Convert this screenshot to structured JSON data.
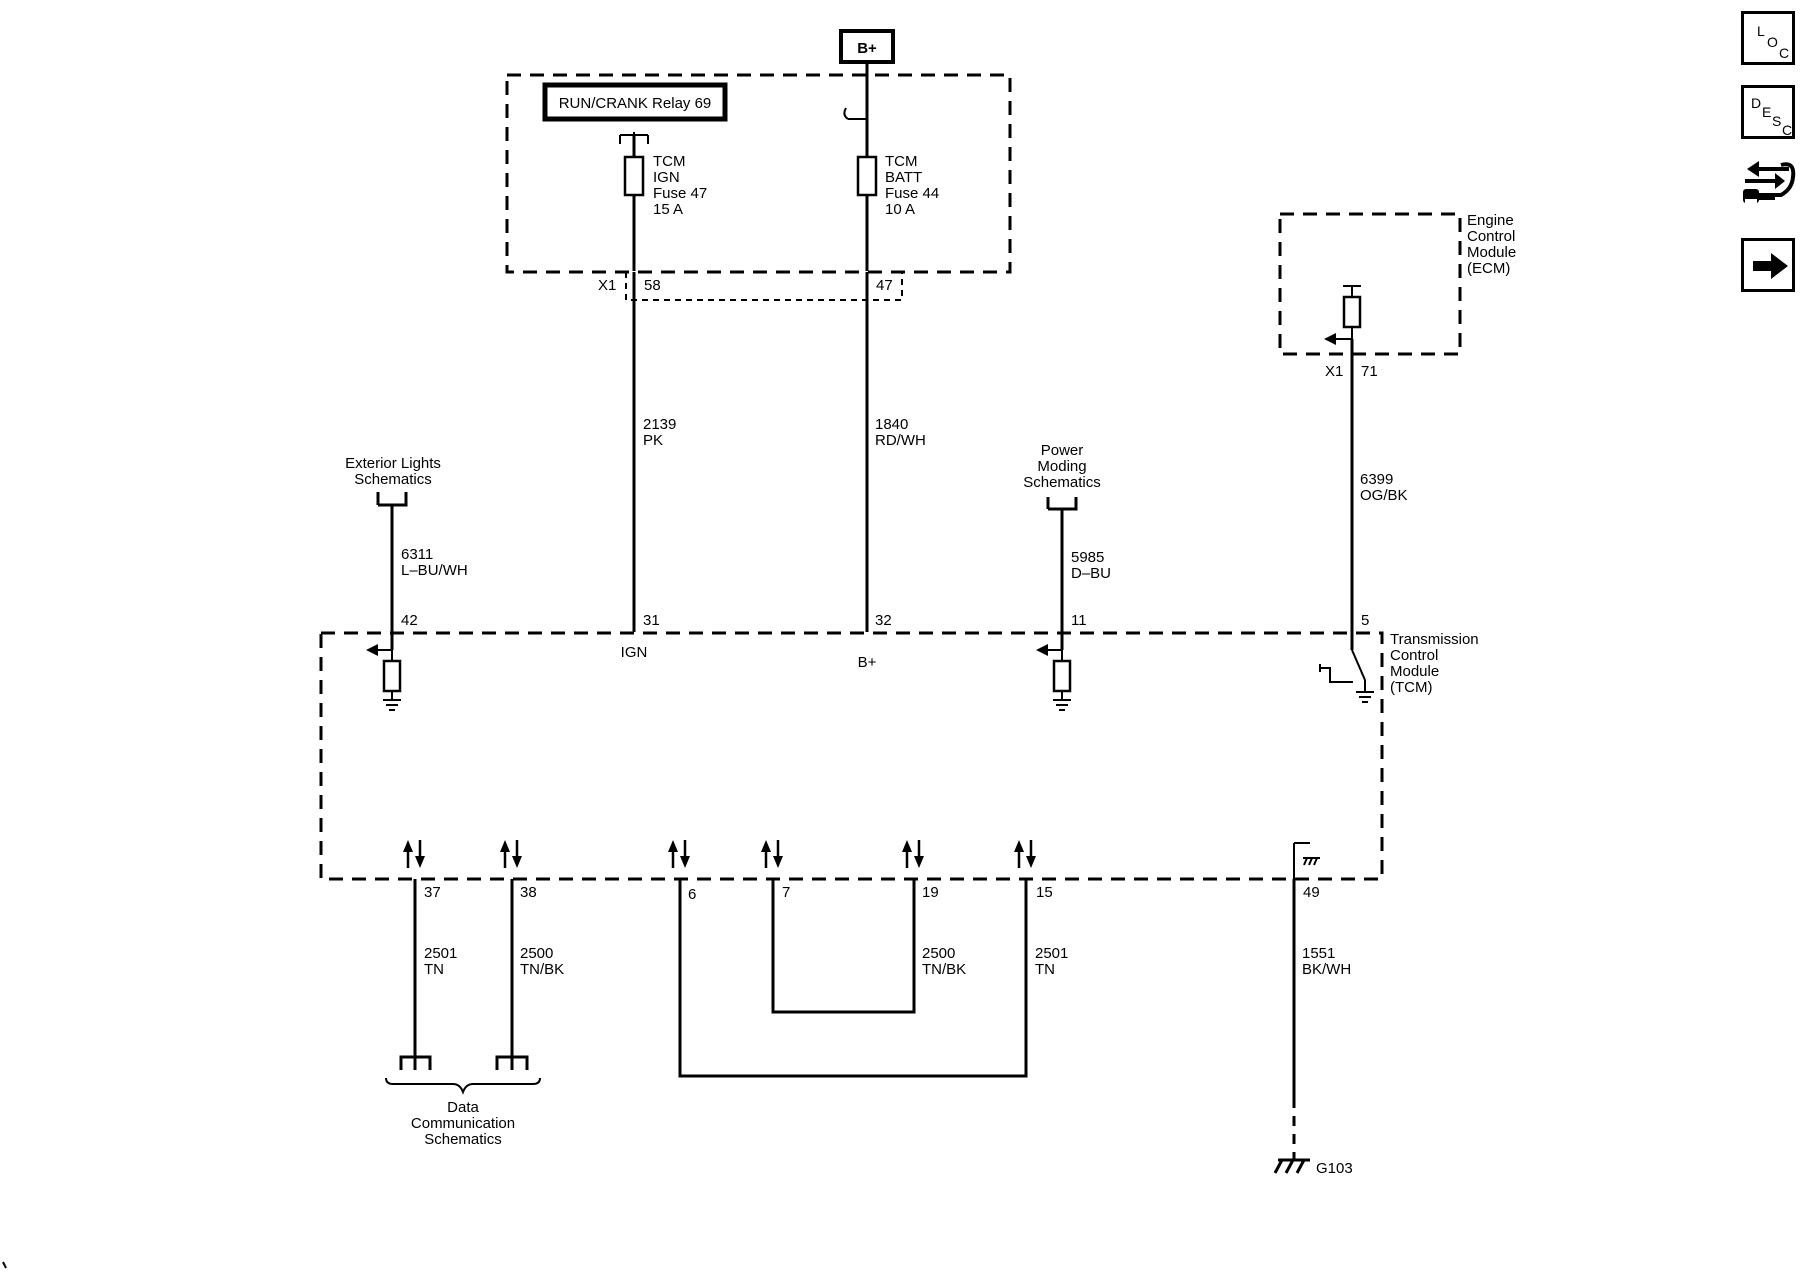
{
  "source": {
    "label": "B+"
  },
  "fuse_block": {
    "relay_label": "RUN/CRANK Relay 69",
    "fuse_ign": {
      "name1": "TCM",
      "name2": "IGN",
      "fuse": "Fuse 47",
      "rating": "15 A"
    },
    "fuse_batt": {
      "name1": "TCM",
      "name2": "BATT",
      "fuse": "Fuse 44",
      "rating": "10 A"
    },
    "connector": "X1",
    "pin_ign": "58",
    "pin_batt": "47"
  },
  "ecm": {
    "label_lines": [
      "Engine",
      "Control",
      "Module",
      "(ECM)"
    ],
    "connector": "X1",
    "pin": "71"
  },
  "wires": {
    "ign": {
      "circuit": "2139",
      "color": "PK"
    },
    "batt": {
      "circuit": "1840",
      "color": "RD/WH"
    },
    "ext_lights": {
      "circuit": "6311",
      "color": "L–BU/WH"
    },
    "power_moding": {
      "circuit": "5985",
      "color": "D–BU"
    },
    "ecm_signal": {
      "circuit": "6399",
      "color": "OG/BK"
    },
    "data37": {
      "circuit": "2501",
      "color": "TN"
    },
    "data38": {
      "circuit": "2500",
      "color": "TN/BK"
    },
    "data19": {
      "circuit": "2500",
      "color": "TN/BK"
    },
    "data15": {
      "circuit": "2501",
      "color": "TN"
    },
    "ground": {
      "circuit": "1551",
      "color": "BK/WH"
    }
  },
  "refs": {
    "ext_lights": [
      "Exterior Lights",
      "Schematics"
    ],
    "power_moding": [
      "Power",
      "Moding",
      "Schematics"
    ],
    "data_comm": [
      "Data",
      "Communication",
      "Schematics"
    ]
  },
  "tcm": {
    "label_lines": [
      "Transmission",
      "Control",
      "Module",
      "(TCM)"
    ],
    "pins_top": {
      "ext": "42",
      "ign": "31",
      "batt": "32",
      "pm": "11",
      "ecm": "5"
    },
    "pins_bottom": {
      "p37": "37",
      "p38": "38",
      "p6": "6",
      "p7": "7",
      "p19": "19",
      "p15": "15",
      "p49": "49"
    },
    "ign_label": "IGN",
    "batt_label": "B+"
  },
  "ground": {
    "label": "G103"
  },
  "sidebar": {
    "loc": [
      "L",
      "O",
      "C"
    ],
    "desc": [
      "D",
      "E",
      "S",
      "C"
    ],
    "tools_icon": "wrench-arrows-icon",
    "next_icon": "right-arrow-icon"
  }
}
